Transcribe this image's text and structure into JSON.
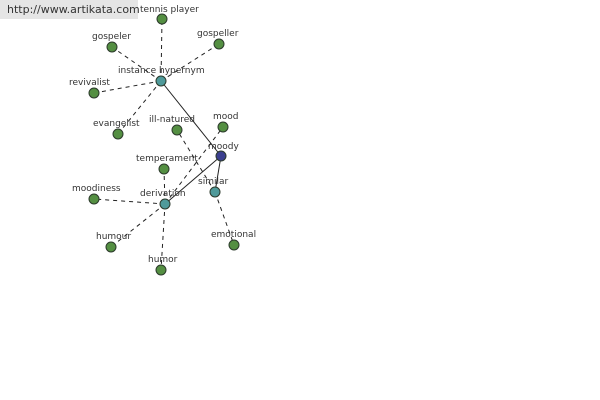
{
  "banner": {
    "text": "http://www.artikata.com"
  },
  "colors": {
    "leaf": "#548f42",
    "relation": "#4f9a9a",
    "center": "#3b3f8f",
    "edge": "#222222",
    "label": "#333333",
    "banner_bg": "#e5e5e5"
  },
  "graph": {
    "center": {
      "id": "moody",
      "label": "moody"
    },
    "relations": [
      {
        "id": "instance_hypernym",
        "label": "instance hypernym"
      },
      {
        "id": "similar",
        "label": "similar"
      },
      {
        "id": "derivation",
        "label": "derivation"
      }
    ],
    "leaves": [
      {
        "id": "tennis_player",
        "label": "tennis player",
        "relation": "instance_hypernym"
      },
      {
        "id": "gospeler",
        "label": "gospeler",
        "relation": "instance_hypernym"
      },
      {
        "id": "gospeller",
        "label": "gospeller",
        "relation": "instance_hypernym"
      },
      {
        "id": "revivalist",
        "label": "revivalist",
        "relation": "instance_hypernym"
      },
      {
        "id": "evangelist",
        "label": "evangelist",
        "relation": "instance_hypernym"
      },
      {
        "id": "ill_natured",
        "label": "ill-natured",
        "relation": "similar"
      },
      {
        "id": "mood",
        "label": "mood",
        "relation": "derivation"
      },
      {
        "id": "temperament",
        "label": "temperament",
        "relation": "derivation"
      },
      {
        "id": "moodiness",
        "label": "moodiness",
        "relation": "derivation"
      },
      {
        "id": "humour",
        "label": "humour",
        "relation": "derivation"
      },
      {
        "id": "humor",
        "label": "humor",
        "relation": "derivation"
      },
      {
        "id": "emotional",
        "label": "emotional",
        "relation": "similar"
      }
    ]
  }
}
